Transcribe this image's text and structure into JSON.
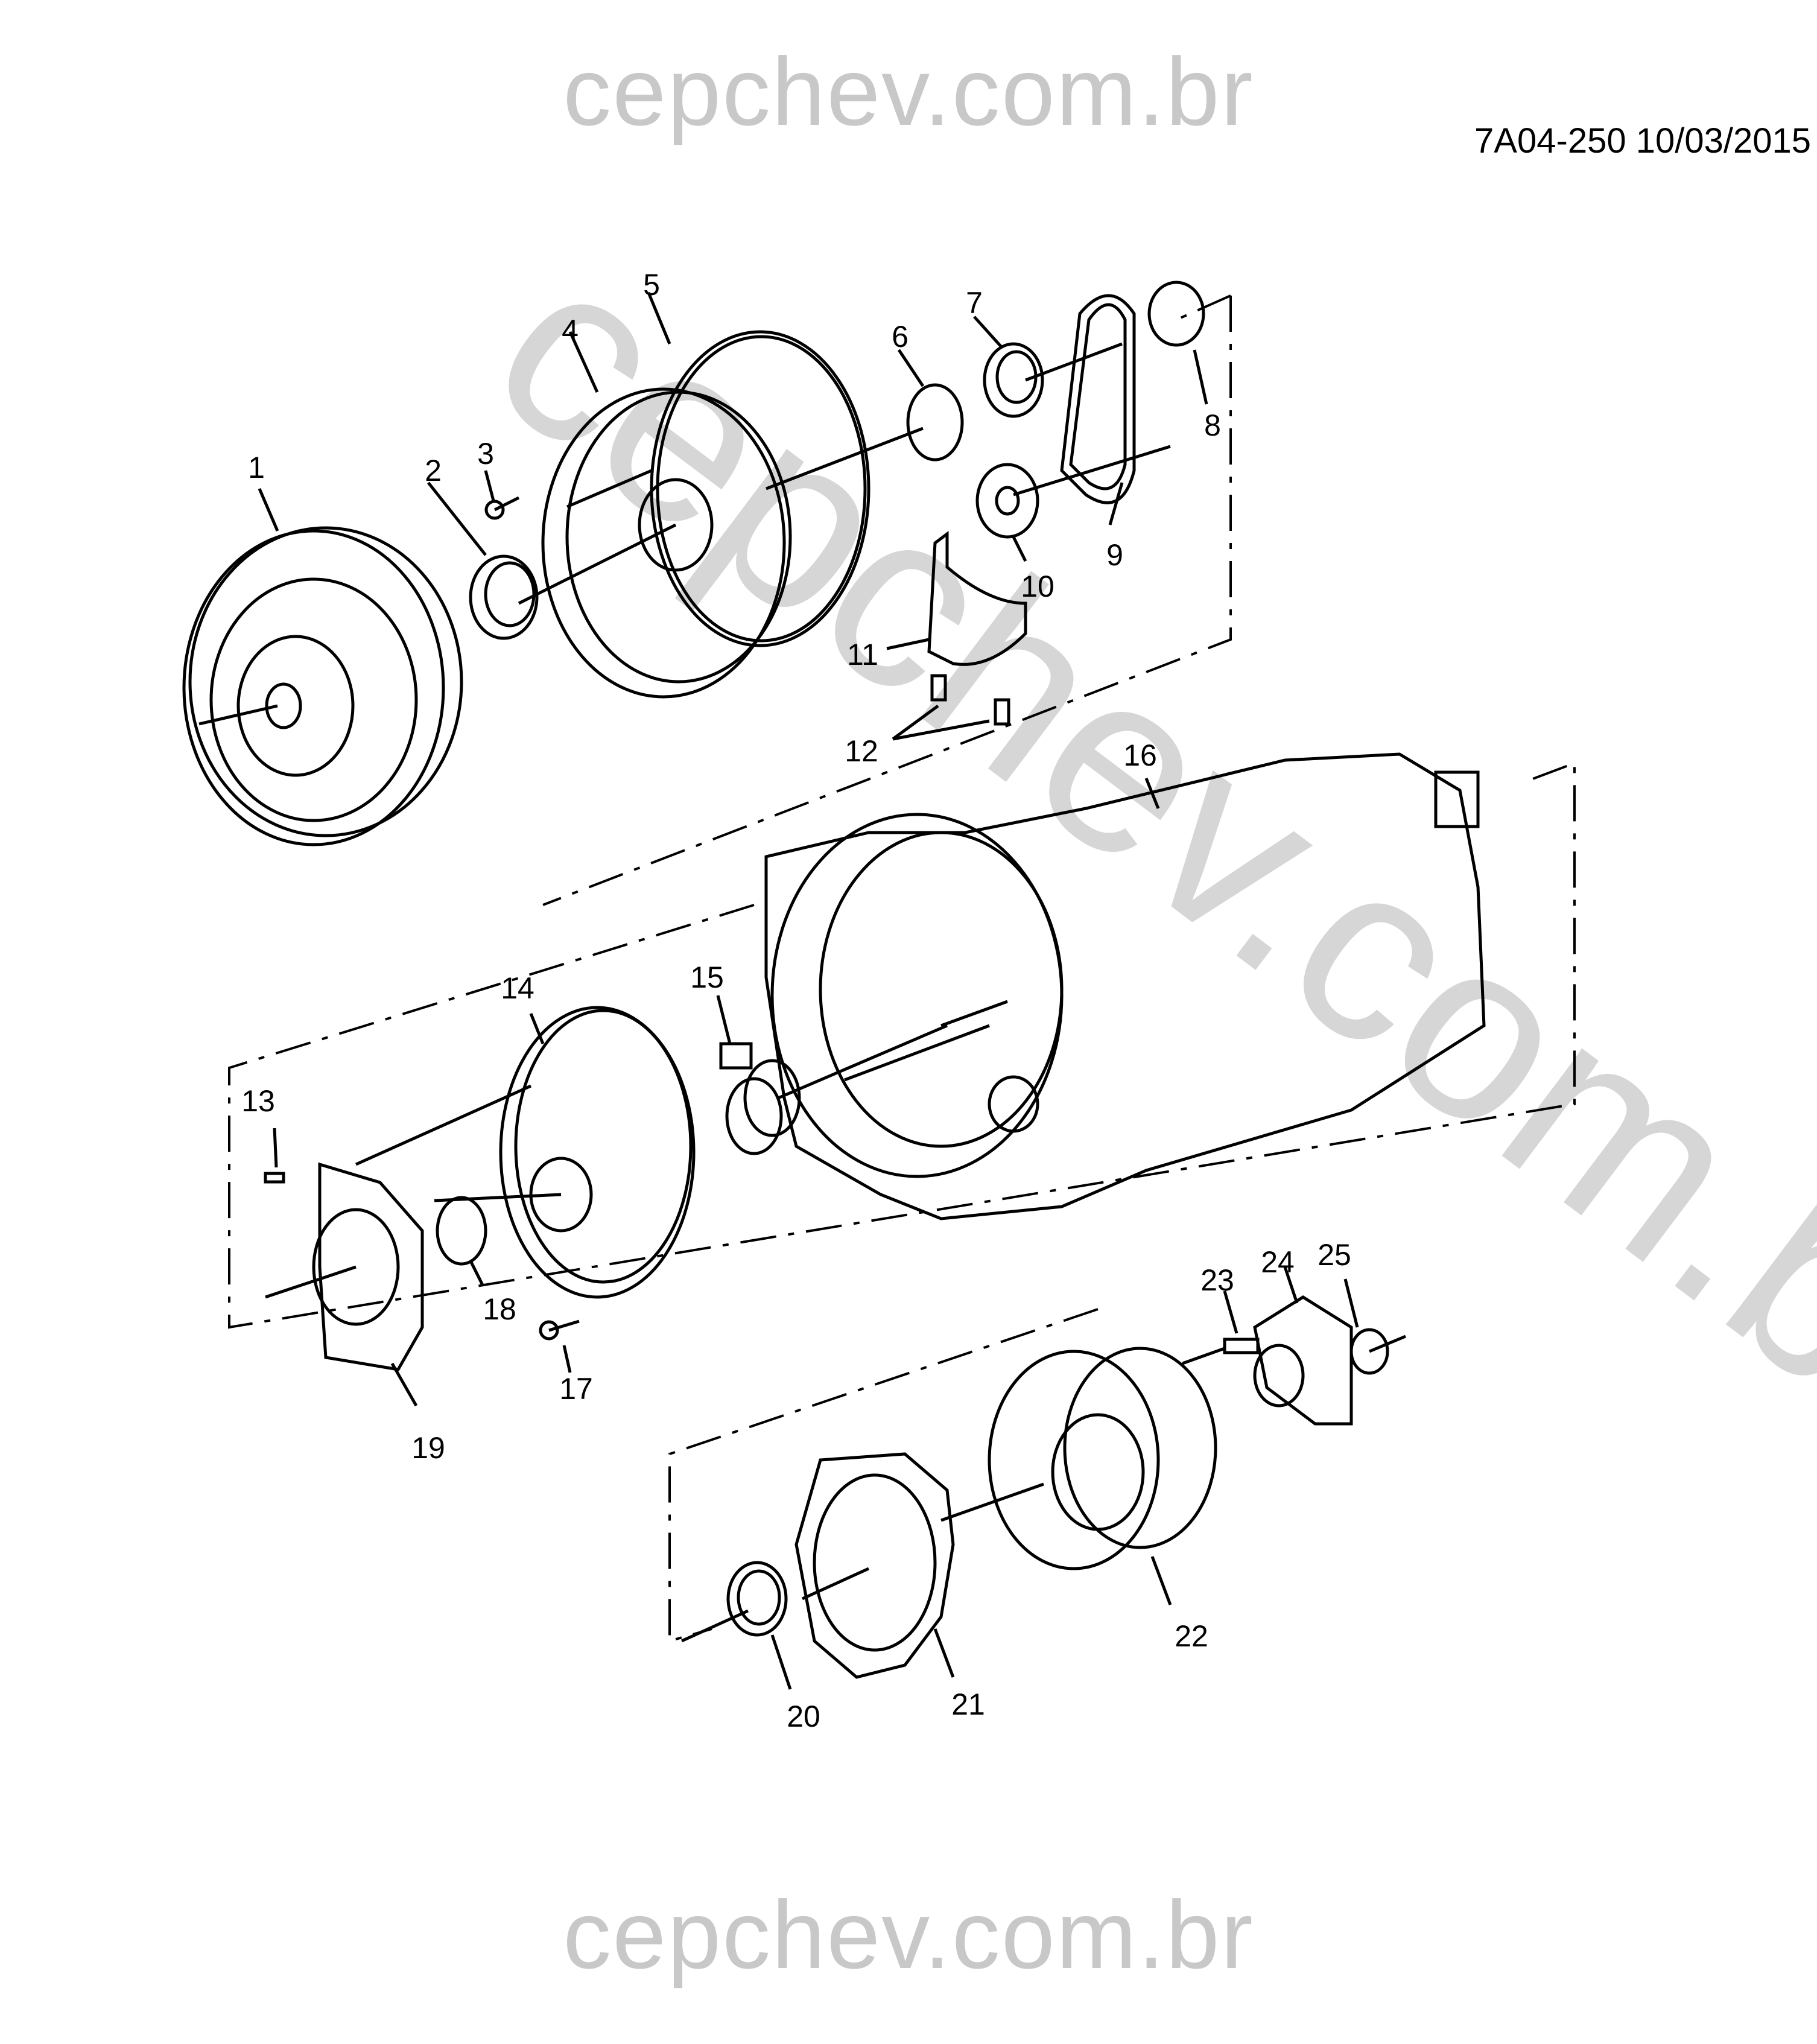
{
  "watermark": {
    "top": "cepchev.com.br",
    "bottom": "cepchev.com.br",
    "diagonal": "cepchev.com.br"
  },
  "reference_code": "7A04-250 10/03/2015",
  "callouts": [
    "1",
    "2",
    "3",
    "4",
    "5",
    "6",
    "7",
    "8",
    "9",
    "10",
    "11",
    "12",
    "13",
    "14",
    "15",
    "16",
    "17",
    "18",
    "19",
    "20",
    "21",
    "22",
    "23",
    "24",
    "25"
  ],
  "colors": {
    "line": "#000000",
    "watermark": "#c8c8c8"
  }
}
